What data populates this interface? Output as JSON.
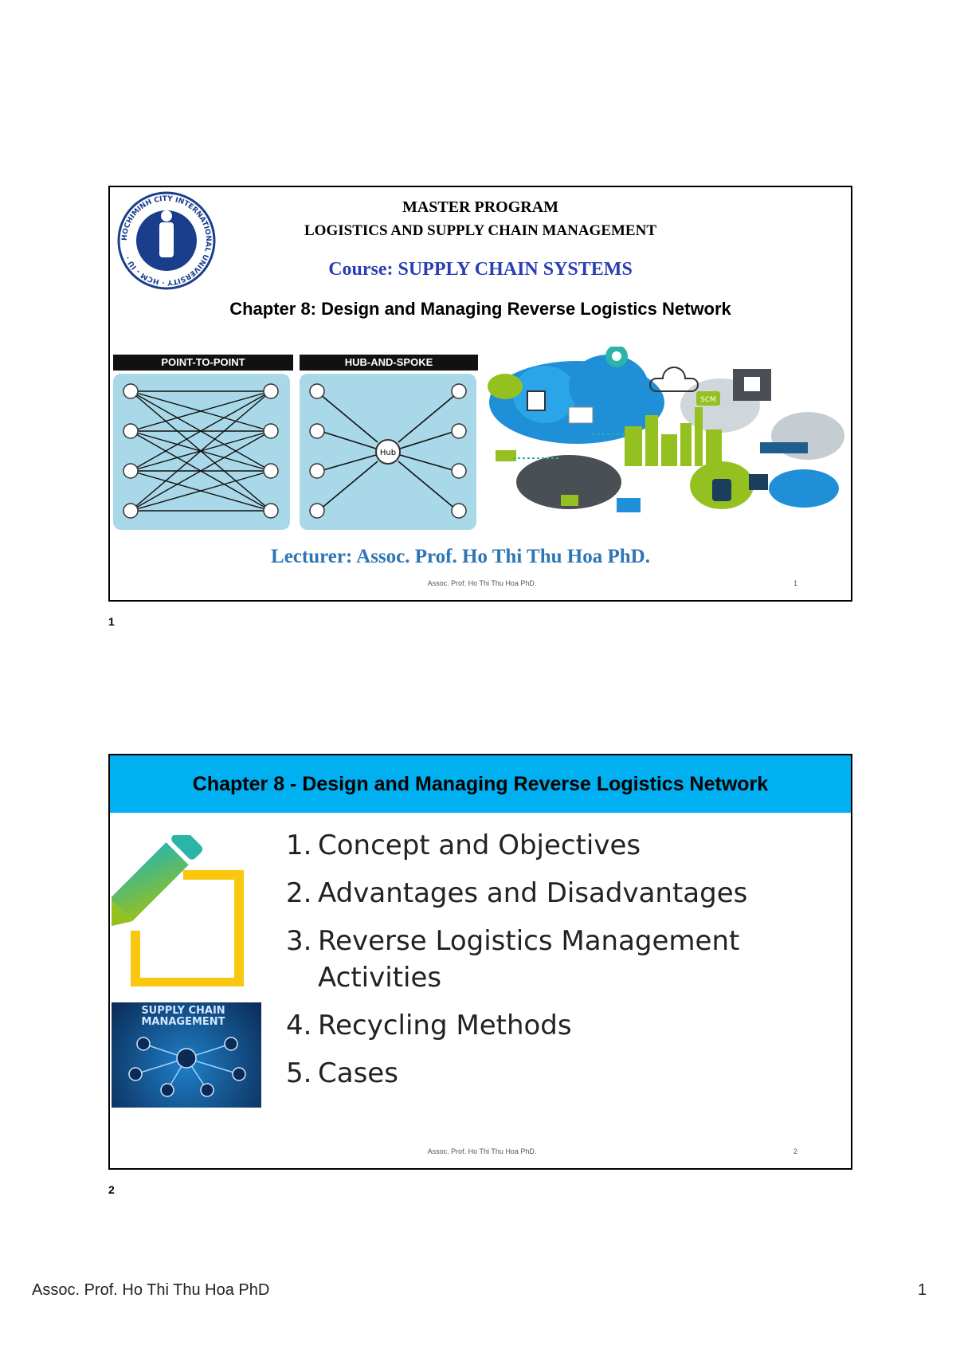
{
  "slide1": {
    "logo_text": "HOCHIMINH CITY INTERNATIONAL UNIVERSITY · HCM - IU ·",
    "program": "MASTER PROGRAM",
    "field": "LOGISTICS AND SUPPLY CHAIN MANAGEMENT",
    "course": "Course: SUPPLY CHAIN SYSTEMS",
    "chapter": "Chapter 8: Design and Managing Reverse Logistics Network",
    "diagram_left_title": "POINT-TO-POINT",
    "diagram_right_title": "HUB-AND-SPOKE",
    "hub_label": "Hub",
    "scm_label": "SCM",
    "lecturer": "Lecturer: Assoc. Prof. Ho Thi Thu Hoa PhD.",
    "footer_author": "Assoc. Prof. Ho Thi Thu Hoa PhD.",
    "footer_number": "1",
    "page_slide_number": "1"
  },
  "slide2": {
    "header": "Chapter 8 - Design and Managing Reverse Logistics Network",
    "header_color": "#00b0f0",
    "image_caption": "SUPPLY CHAIN MANAGEMENT",
    "items": [
      {
        "no": "1.",
        "text": "Concept and Objectives"
      },
      {
        "no": "2.",
        "text": "Advantages and Disadvantages"
      },
      {
        "no": "3.",
        "text": "Reverse Logistics Management Activities"
      },
      {
        "no": "4.",
        "text": "Recycling Methods"
      },
      {
        "no": "5.",
        "text": "Cases"
      }
    ],
    "footer_author": "Assoc. Prof. Ho Thi Thu Hoa PhD.",
    "footer_number": "2",
    "page_slide_number": "2"
  },
  "page_footer": {
    "author": "Assoc. Prof. Ho Thi Thu Hoa PhD",
    "page": "1"
  }
}
